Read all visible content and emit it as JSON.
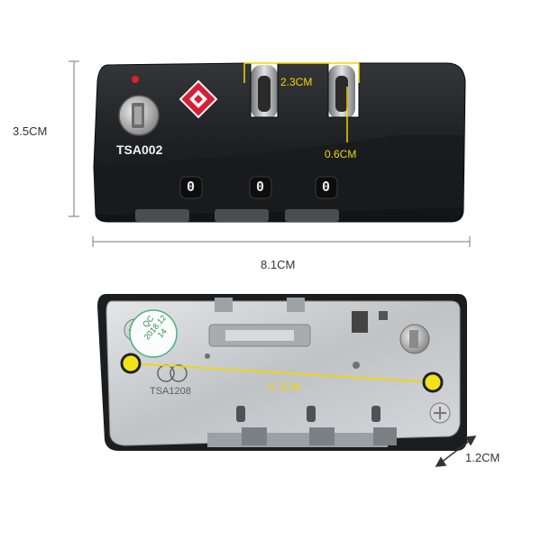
{
  "labels": {
    "height": "3.5CM",
    "width": "8.1CM",
    "shackle_spacing": "2.3CM",
    "shackle_diameter": "0.6CM",
    "hole_spacing": "6.7CM",
    "depth": "1.2CM"
  },
  "lock": {
    "model_front": "TSA002",
    "model_back": "TSA1208",
    "qc_sticker": {
      "line1": "QC",
      "line2": "2018.12",
      "line3": "14"
    },
    "dial_digits": [
      "0",
      "0",
      "0"
    ]
  },
  "colors": {
    "accent_yellow": "#f2d600",
    "lock_body": "#1e1f22",
    "tsa_red": "#d51f36",
    "plate_metal": "#c9cdd0"
  }
}
